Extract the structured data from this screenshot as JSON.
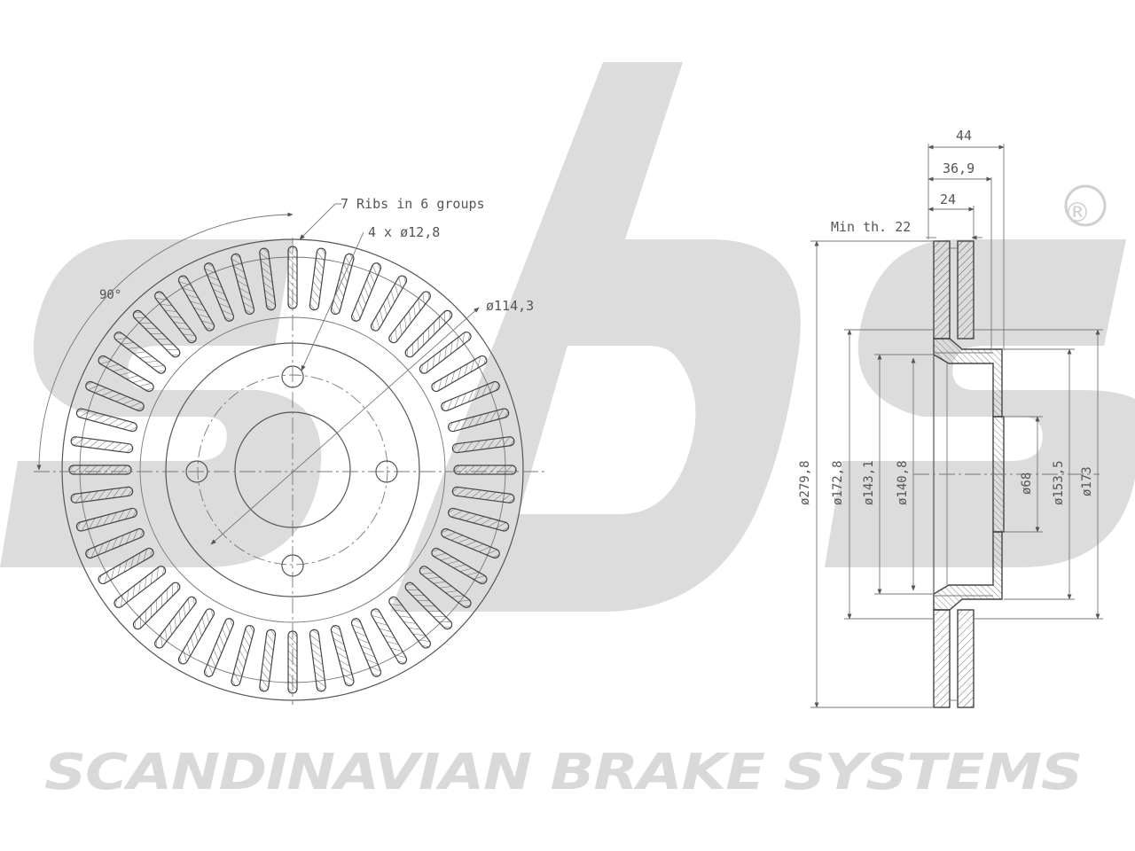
{
  "brand": {
    "tagline": "SCANDINAVIAN BRAKE SYSTEMS",
    "registered_mark": "®",
    "watermark_color": "#dcdcdc"
  },
  "front_view": {
    "ribs_label": "7 Ribs in 6 groups",
    "bolt_holes_label": "4 x ø12,8",
    "pcd_label": "ø114,3",
    "angle_label": "90°"
  },
  "side_view": {
    "total_height_label": "44",
    "hat_height_label": "36,9",
    "disc_thickness_label": "24",
    "min_thickness_label": "Min th. 22",
    "diameters": [
      {
        "label": "ø279,8"
      },
      {
        "label": "ø172,8"
      },
      {
        "label": "ø143,1"
      },
      {
        "label": "ø140,8"
      },
      {
        "label": "ø68"
      },
      {
        "label": "ø153,5"
      },
      {
        "label": "ø173"
      }
    ]
  },
  "colors": {
    "line": "#555555",
    "watermark": "#dcdcdc"
  }
}
